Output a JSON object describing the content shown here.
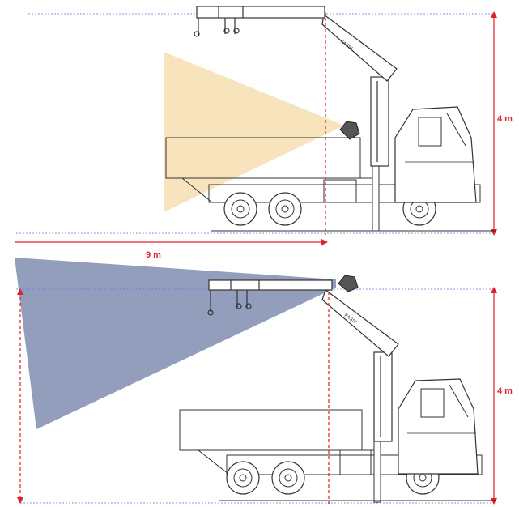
{
  "colors": {
    "dimension": "#e0202a",
    "guide": "#5b7fd6",
    "cone_top": "#f6deb0",
    "cone_bottom": "#7f8db0",
    "line": "#333333"
  },
  "top_diagram": {
    "height_label": "4 m",
    "reach_label": "9 m",
    "camera_view": "horizontal cone toward truck bed"
  },
  "bottom_diagram": {
    "height_label": "4 m",
    "camera_view": "cone reaching down to ground"
  },
  "icons": [
    "truck-icon",
    "crane-icon",
    "camera-icon"
  ]
}
